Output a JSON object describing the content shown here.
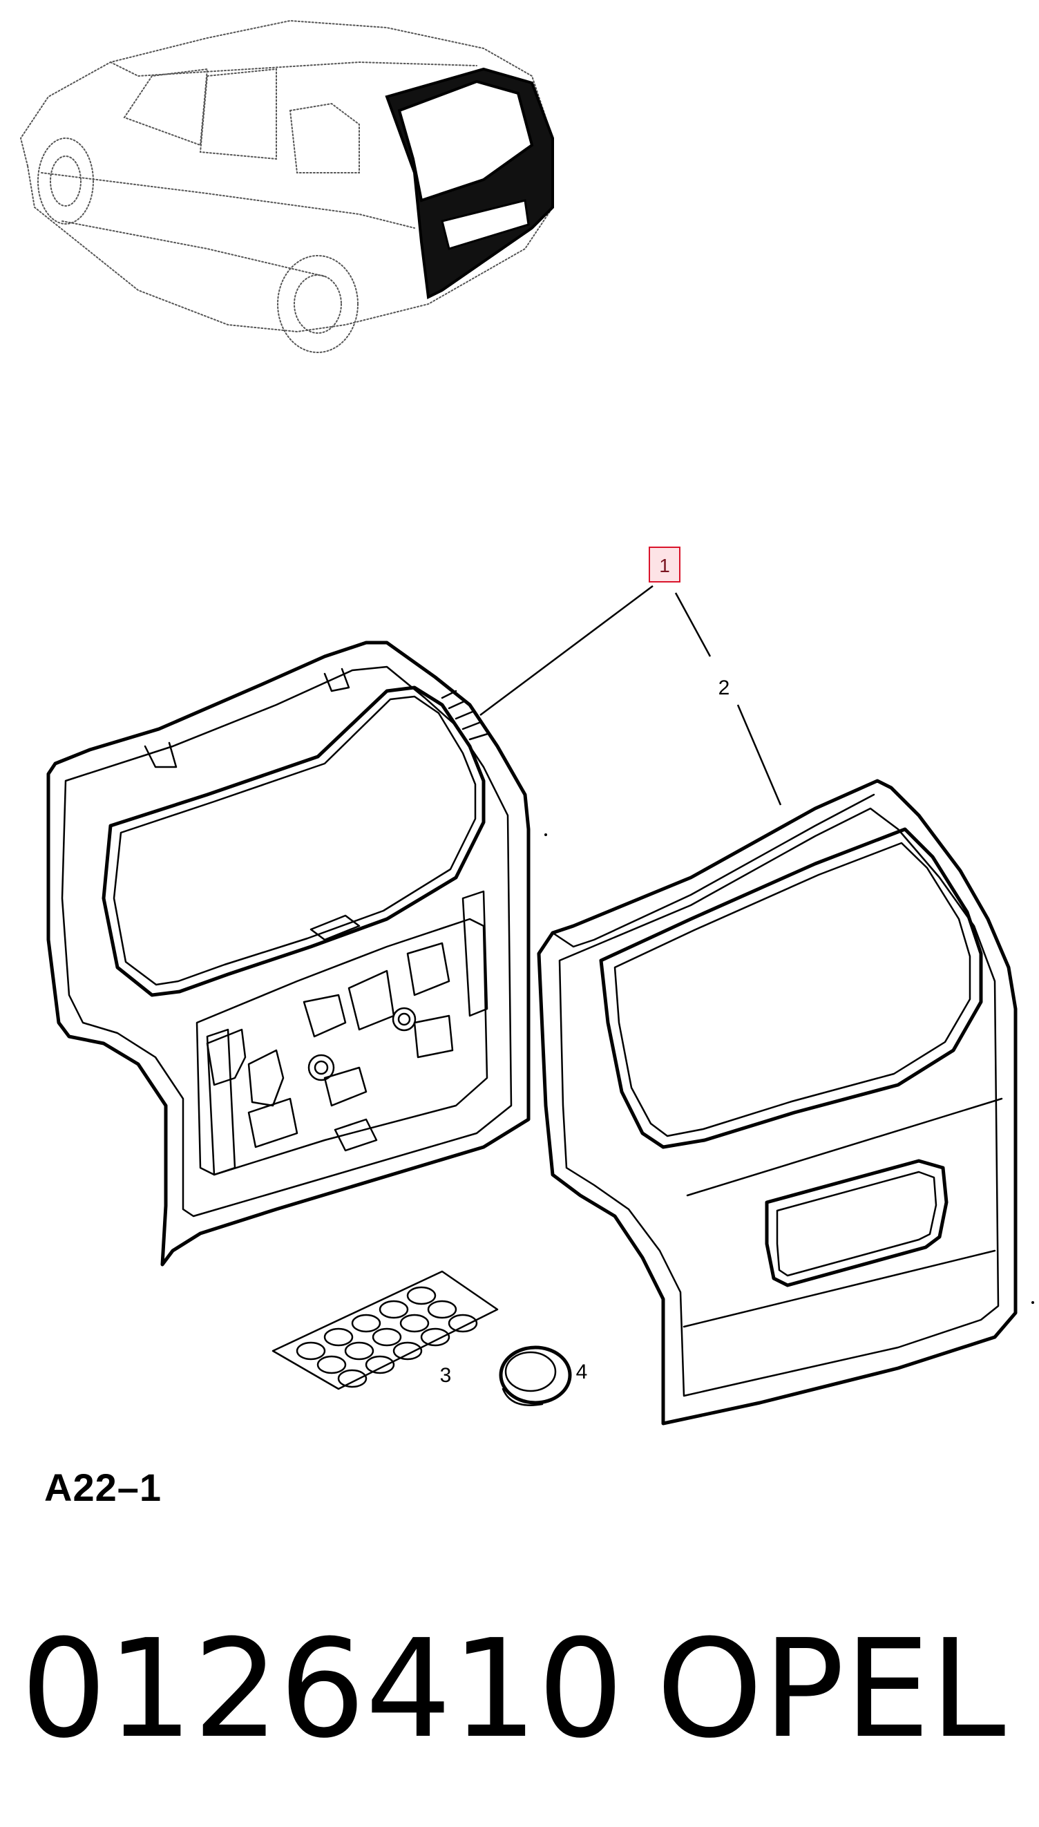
{
  "callouts": {
    "item_1": "1",
    "item_2": "2",
    "item_3": "3",
    "item_4": "4"
  },
  "figure_ref": "A22–1",
  "part_number": "0126410",
  "brand": "OPEL",
  "colors": {
    "ink": "#000000",
    "callout_highlight_fill": "#fde3e6",
    "callout_highlight_border": "#d9142b"
  }
}
